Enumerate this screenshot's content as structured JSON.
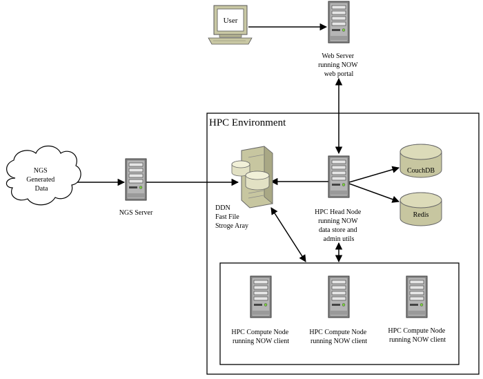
{
  "user": {
    "label": "User"
  },
  "web_server": {
    "lines": [
      "Web Server",
      "running NOW",
      "web portal"
    ]
  },
  "hpc_environment": {
    "title": "HPC Environment"
  },
  "ngs_data": {
    "lines": [
      "NGS",
      "Generated",
      "Data"
    ]
  },
  "ngs_server": {
    "label": "NGS Server"
  },
  "ddn": {
    "lines": [
      "DDN",
      "Fast File",
      "Stroge Aray"
    ]
  },
  "head_node": {
    "lines": [
      "HPC Head Node",
      "running NOW",
      "data store and",
      "admin utils"
    ]
  },
  "couchdb": {
    "label": "CouchDB"
  },
  "redis": {
    "label": "Redis"
  },
  "compute_nodes": [
    {
      "lines": [
        "HPC Compute Node",
        "running NOW client"
      ]
    },
    {
      "lines": [
        "HPC Compute Node",
        "running NOW client"
      ]
    },
    {
      "lines": [
        "HPC Compute Node",
        "running NOW client"
      ]
    }
  ]
}
